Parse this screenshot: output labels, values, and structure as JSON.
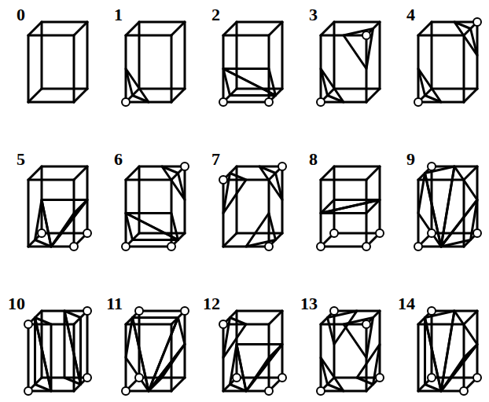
{
  "diagram": {
    "labels": [
      "0",
      "1",
      "2",
      "3",
      "4",
      "5",
      "6",
      "7",
      "8",
      "9",
      "10",
      "11",
      "12",
      "13",
      "14"
    ]
  }
}
